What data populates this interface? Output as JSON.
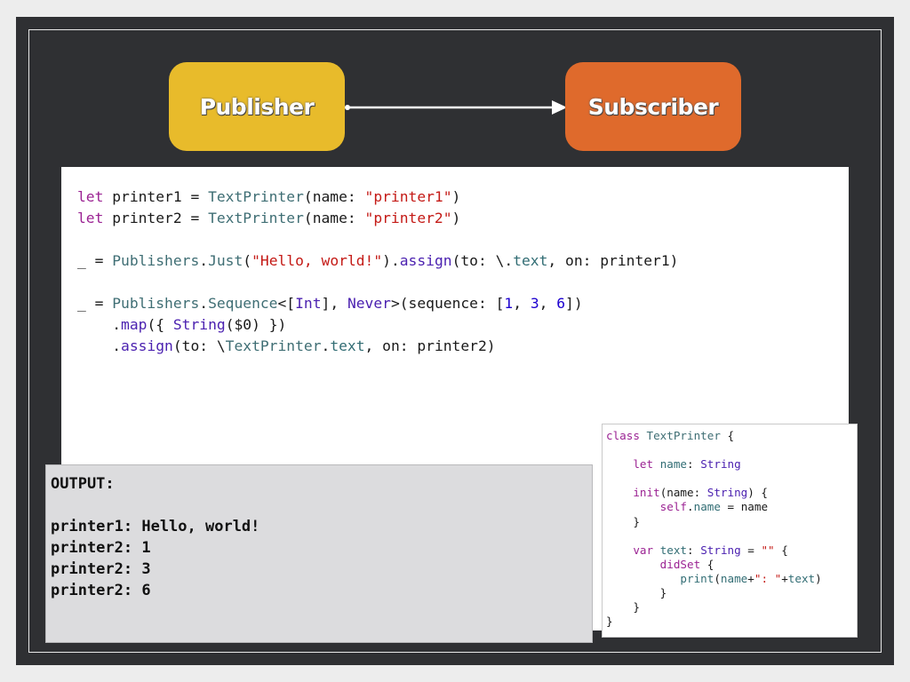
{
  "diagram": {
    "publisher_label": "Publisher",
    "subscriber_label": "Subscriber"
  },
  "main_code": {
    "l1": {
      "kw": "let",
      "a": " printer1 = ",
      "ty": "TextPrinter",
      "b": "(name: ",
      "str": "\"printer1\"",
      "c": ")"
    },
    "l2": {
      "kw": "let",
      "a": " printer2 = ",
      "ty": "TextPrinter",
      "b": "(name: ",
      "str": "\"printer2\"",
      "c": ")"
    },
    "l3": {
      "a": "_ = ",
      "ty1": "Publishers",
      "b": ".",
      "fn1": "Just",
      "c": "(",
      "str": "\"Hello, world!\"",
      "d": ").",
      "fn2": "assign",
      "e": "(to: \\.",
      "pr": "text",
      "f": ", on: printer1)"
    },
    "l4": {
      "a": "_ = ",
      "ty1": "Publishers",
      "b": ".",
      "ty2": "Sequence",
      "c": "<[",
      "ty3": "Int",
      "d": "], ",
      "ty4": "Never",
      "e": ">(sequence: [",
      "n1": "1",
      "s1": ", ",
      "n2": "3",
      "s2": ", ",
      "n3": "6",
      "f": "])"
    },
    "l5": {
      "a": "    .",
      "fn": "map",
      "b": "({ ",
      "ty": "String",
      "c": "($0) })"
    },
    "l6": {
      "a": "    .",
      "fn": "assign",
      "b": "(to: \\",
      "ty": "TextPrinter",
      "c": ".",
      "pr": "text",
      "d": ", on: printer2)"
    }
  },
  "output": {
    "lines": [
      "OUTPUT:",
      "",
      "printer1: Hello, world!",
      "printer2: 1",
      "printer2: 3",
      "printer2: 6"
    ]
  },
  "class_code": {
    "c1": {
      "kw": "class",
      "a": " ",
      "ty": "TextPrinter",
      "b": " {"
    },
    "c3": {
      "a": "    ",
      "kw": "let",
      "b": " ",
      "pr": "name",
      "c": ": ",
      "ty": "String"
    },
    "c5": {
      "a": "    ",
      "kw": "init",
      "b": "(name: ",
      "ty": "String",
      "c": ") {"
    },
    "c6": {
      "a": "        ",
      "kw": "self",
      "b": ".",
      "pr": "name",
      "c": " = name"
    },
    "c7": "    }",
    "c9": {
      "a": "    ",
      "kw": "var",
      "b": " ",
      "pr": "text",
      "c": ": ",
      "ty": "String",
      "d": " = ",
      "str": "\"\"",
      "e": " {"
    },
    "c10": {
      "a": "        ",
      "kw": "didSet",
      "b": " {"
    },
    "c11": {
      "a": "           ",
      "fn": "print",
      "b": "(",
      "pr": "name",
      "c": "+",
      "str": "\": \"",
      "d": "+",
      "pr2": "text",
      "e": ")"
    },
    "c12": "        }",
    "c13": "    }",
    "c14": "}"
  }
}
